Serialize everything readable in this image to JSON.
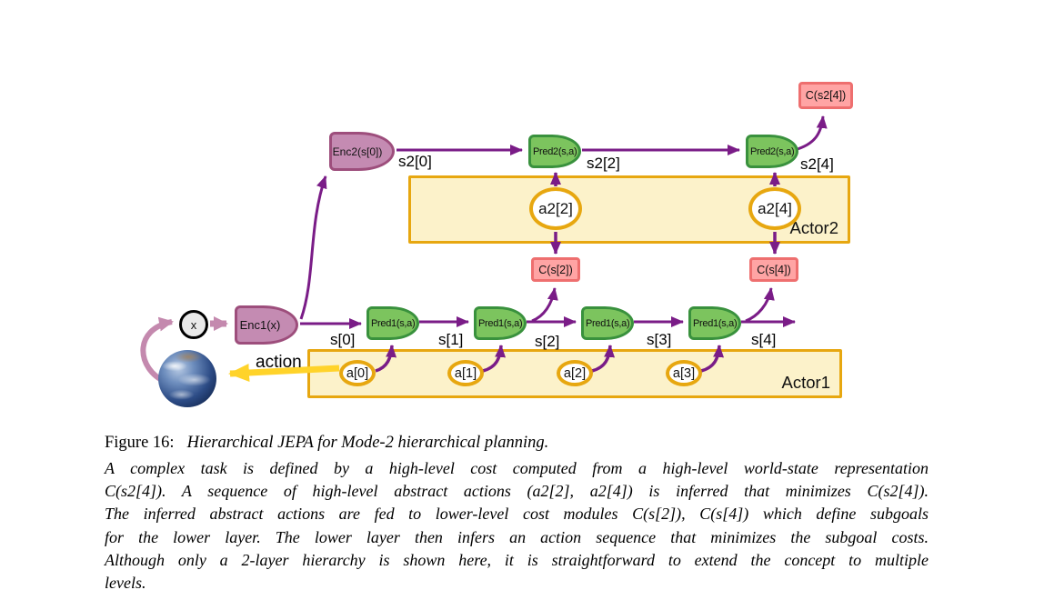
{
  "diagram": {
    "nodes": {
      "enc1": "Enc1(x)",
      "enc2": "Enc2(s[0])",
      "pred1": "Pred1(s,a)",
      "pred2": "Pred2(s,a)",
      "cost_s2": "C(s[2])",
      "cost_s4": "C(s[4])",
      "cost_s24": "C(s2[4])",
      "x": "x"
    },
    "actions_level1": [
      "a[0]",
      "a[1]",
      "a[2]",
      "a[3]"
    ],
    "actions_level2": [
      "a2[2]",
      "a2[4]"
    ],
    "states_level1": [
      "s[0]",
      "s[1]",
      "s[2]",
      "s[3]",
      "s[4]"
    ],
    "states_level2": [
      "s2[0]",
      "s2[2]",
      "s2[4]"
    ],
    "actors": {
      "actor1": "Actor1",
      "actor2": "Actor2"
    },
    "action_arrow_label": "action",
    "earth_icon": "earth-globe"
  },
  "colors": {
    "encoder_fill": "#c48bb2",
    "encoder_border": "#9d4e7c",
    "predictor_fill": "#7cc45e",
    "predictor_border": "#39913d",
    "cost_fill": "#ffa4a4",
    "cost_border": "#ee6f6f",
    "actor_fill": "#fcf2ca",
    "actor_border": "#e7a710",
    "arrow_purple": "#7a1c87",
    "arrow_pink": "#c489ae",
    "arrow_yellow": "#ffd32a"
  },
  "figure": {
    "caption_label": "Figure 16:",
    "caption_title": "Hierarchical JEPA for Mode-2 hierarchical planning.",
    "caption_lines": [
      "A complex task is defined by a high-level cost computed from a high-level world-state representation",
      "C(s2[4]). A sequence of high-level abstract actions (a2[2], a2[4]) is inferred that minimizes C(s2[4]).",
      "The inferred abstract actions are fed to lower-level cost modules C(s[2]), C(s[4]) which define subgoals",
      "for the lower layer. The lower layer then infers an action sequence that minimizes the subgoal costs.",
      "Although only a 2-layer hierarchy is shown here, it is straightforward to extend the concept to multiple",
      "levels."
    ]
  }
}
